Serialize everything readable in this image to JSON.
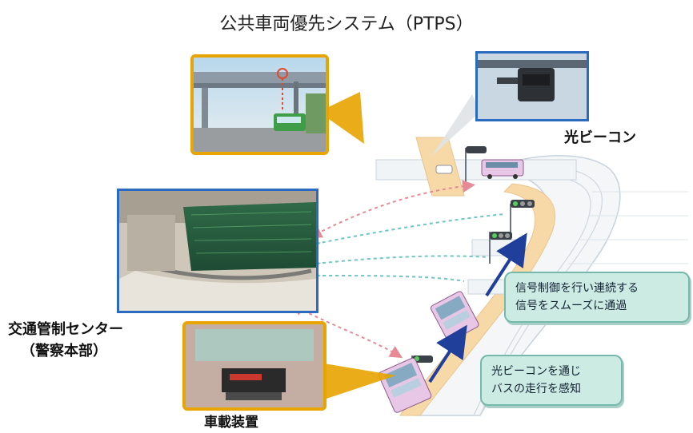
{
  "title": "公共車両優先システム（PTPS）",
  "labels": {
    "beacon": "光ビーコン",
    "center_line1": "交通管制センター",
    "center_line2": "（警察本部）",
    "onboard": "車載装置"
  },
  "callouts": {
    "signal_line1": "信号制御を行い連続する",
    "signal_line2": "信号をスムーズに通過",
    "beacon_line1": "光ビーコンを通じ",
    "beacon_line2": "バスの走行を感知"
  },
  "colors": {
    "frame_orange": "#e8a400",
    "frame_blue": "#2a6bbf",
    "road": "#f7d9a8",
    "comm_red": "#e68a96",
    "comm_teal": "#6cc7c3",
    "callout_bg": "#ccebe3",
    "bus": "#e8c6e6"
  }
}
